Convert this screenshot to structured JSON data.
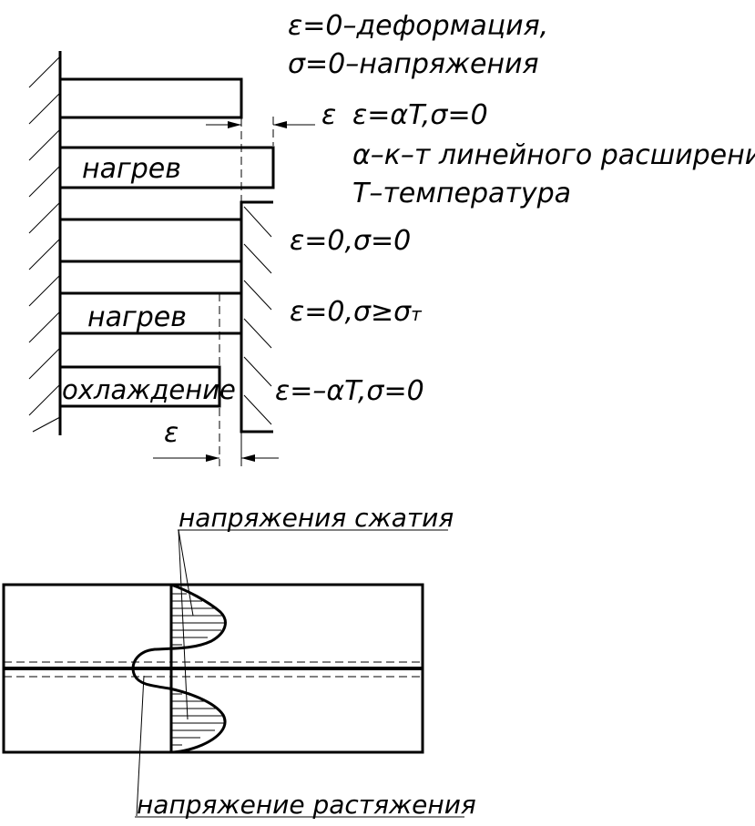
{
  "top_labels": {
    "definition_line1": "ε=0–деформация,",
    "definition_line2": "σ=0–напряжения",
    "epsilon_symbol_top": "ε",
    "state1": "ε=αT,σ=0",
    "alpha_def": "α–к–т линейного расширения,",
    "t_def": "T–температура",
    "state2": "ε=0,σ=0",
    "state3": "ε=0,σ≥σ",
    "state3_sub": "т",
    "state4": "ε=–αT,σ=0",
    "epsilon_symbol_bottom": "ε"
  },
  "bar_labels": {
    "heating_1": "нагрев",
    "heating_2": "нагрев",
    "cooling": "охлаждение"
  },
  "weld_labels": {
    "compression": "напряжения сжатия",
    "tension": "напряжение растяжения"
  }
}
